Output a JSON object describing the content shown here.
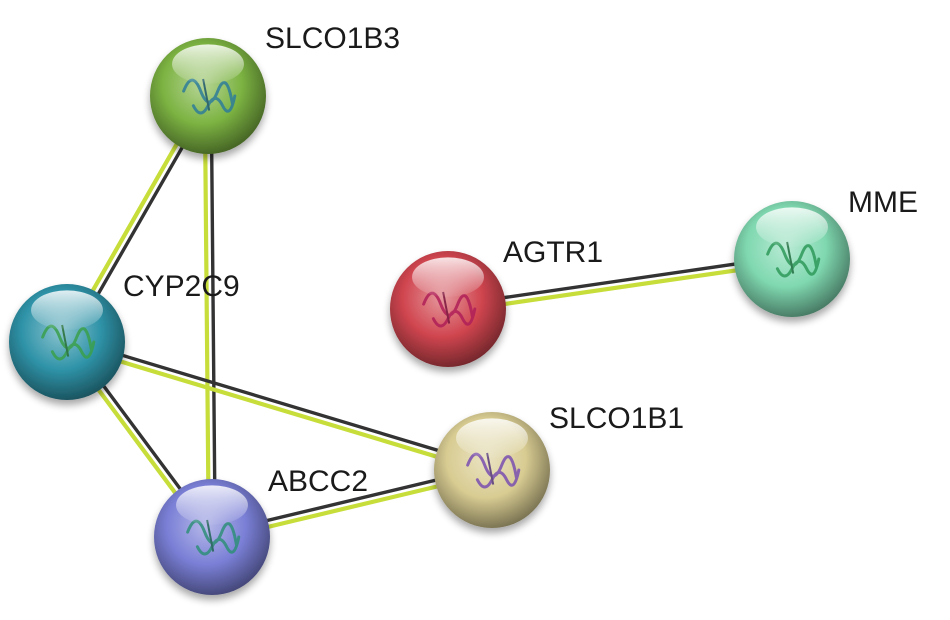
{
  "network": {
    "nodes": [
      {
        "id": "SLCO1B3",
        "label": "SLCO1B3",
        "color": "#7cb342",
        "glyph": "#2e7d9a"
      },
      {
        "id": "CYP2C9",
        "label": "CYP2C9",
        "color": "#2f93a8",
        "glyph": "#3aa04c"
      },
      {
        "id": "ABCC2",
        "label": "ABCC2",
        "color": "#7a7fd6",
        "glyph": "#2f8f7a"
      },
      {
        "id": "SLCO1B1",
        "label": "SLCO1B1",
        "color": "#d8cc92",
        "glyph": "#7a4fb0"
      },
      {
        "id": "AGTR1",
        "label": "AGTR1",
        "color": "#d0454f",
        "glyph": "#b02058"
      },
      {
        "id": "MME",
        "label": "MME",
        "color": "#7fd8b0",
        "glyph": "#2f9a5a"
      }
    ],
    "edges": [
      {
        "source": "SLCO1B3",
        "target": "CYP2C9"
      },
      {
        "source": "SLCO1B3",
        "target": "ABCC2"
      },
      {
        "source": "CYP2C9",
        "target": "ABCC2"
      },
      {
        "source": "CYP2C9",
        "target": "SLCO1B1"
      },
      {
        "source": "ABCC2",
        "target": "SLCO1B1"
      },
      {
        "source": "AGTR1",
        "target": "MME"
      }
    ],
    "edge_colors": {
      "evidence_a": "#c7dd3a",
      "evidence_b": "#333333"
    }
  }
}
